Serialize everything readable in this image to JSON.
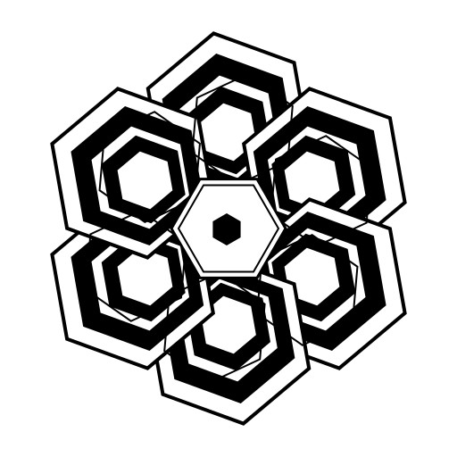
{
  "artwork": {
    "subject": "hexagon-rosette",
    "colors": {
      "ink": "#000000",
      "paper": "#ffffff"
    },
    "petal_count": 6,
    "rings_per_petal": 4,
    "center_motif": "solid-hexagon"
  }
}
